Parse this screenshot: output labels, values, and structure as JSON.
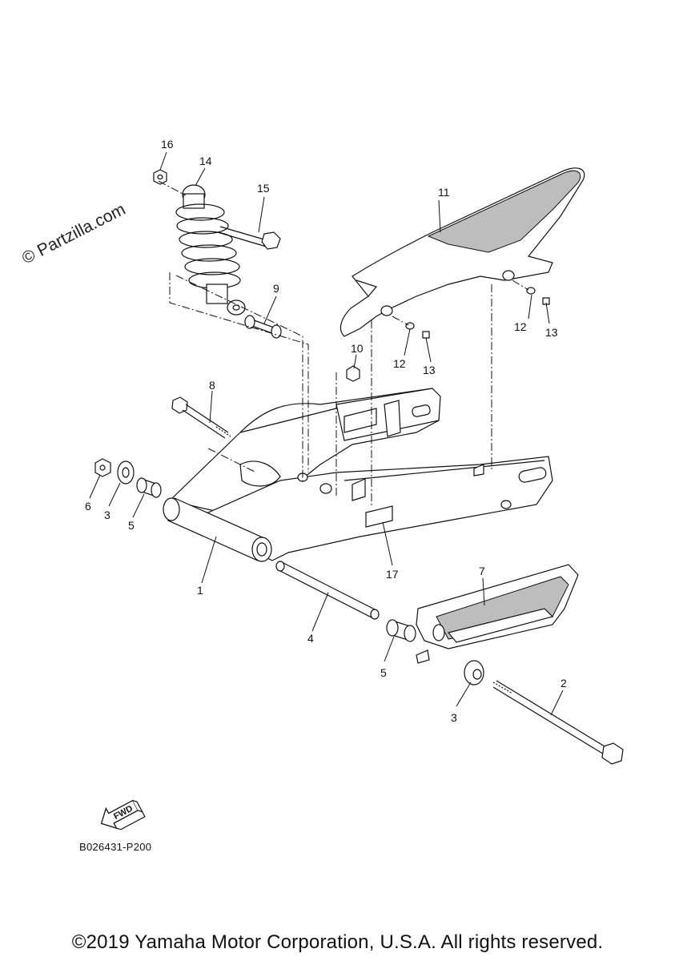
{
  "watermark": "© Partzilla.com",
  "fwd_label": "FWD",
  "diagram_code": "B026431-P200",
  "copyright": "©2019 Yamaha Motor Corporation, U.S.A. All rights reserved.",
  "callouts": {
    "c1": "1",
    "c2": "2",
    "c3a": "3",
    "c3b": "3",
    "c4": "4",
    "c5a": "5",
    "c5b": "5",
    "c6": "6",
    "c7": "7",
    "c8": "8",
    "c9": "9",
    "c10": "10",
    "c11": "11",
    "c12a": "12",
    "c12b": "12",
    "c13a": "13",
    "c13b": "13",
    "c14": "14",
    "c15": "15",
    "c16": "16",
    "c17": "17"
  }
}
